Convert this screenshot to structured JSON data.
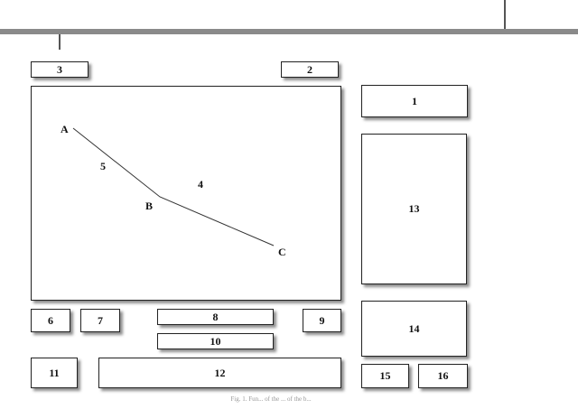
{
  "boxes": {
    "b1": "1",
    "b2": "2",
    "b3": "3",
    "b6": "6",
    "b7": "7",
    "b8": "8",
    "b9": "9",
    "b10": "10",
    "b11": "11",
    "b12": "12",
    "b13": "13",
    "b14": "14",
    "b15": "15",
    "b16": "16"
  },
  "main_panel": {
    "region_label": "4",
    "segment_label": "5",
    "points": {
      "a": "A",
      "b": "B",
      "c": "C"
    }
  },
  "caption": "Fig. 1. Fun... of the ... of the b..."
}
